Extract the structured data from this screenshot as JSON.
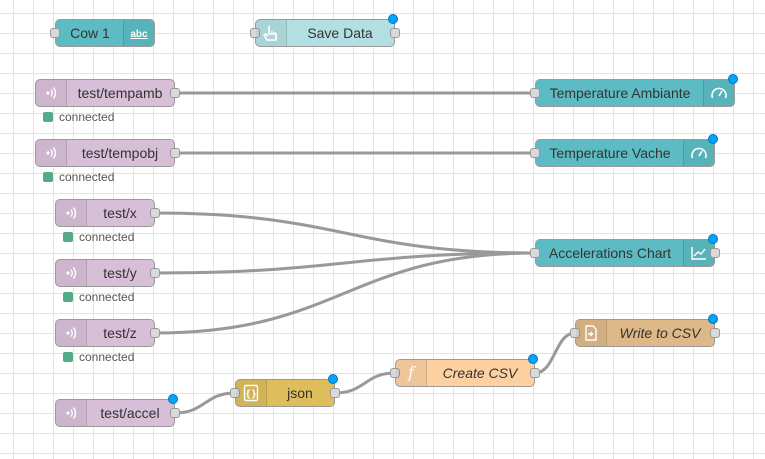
{
  "colors": {
    "mqtt": "#d8bfd8",
    "dashboard": "#5dbcc3",
    "dashboard_light": "#b3dfe3",
    "json": "#debd5c",
    "function": "#fdd0a2",
    "file": "#deb887",
    "status_connected": "#5a8",
    "dirty_dot": "#00a4ff",
    "wire": "#999999"
  },
  "nodes": {
    "cow1": {
      "label": "Cow 1",
      "icon": "abc-text-icon"
    },
    "save_data": {
      "label": "Save Data",
      "icon": "hand-pointer-icon"
    },
    "tempamb_in": {
      "label": "test/tempamb",
      "icon": "radio-waves-icon",
      "status": "connected"
    },
    "tempobj_in": {
      "label": "test/tempobj",
      "icon": "radio-waves-icon",
      "status": "connected"
    },
    "x_in": {
      "label": "test/x",
      "icon": "radio-waves-icon",
      "status": "connected"
    },
    "y_in": {
      "label": "test/y",
      "icon": "radio-waves-icon",
      "status": "connected"
    },
    "z_in": {
      "label": "test/z",
      "icon": "radio-waves-icon",
      "status": "connected"
    },
    "accel_in": {
      "label": "test/accel",
      "icon": "radio-waves-icon"
    },
    "temp_ambiante": {
      "label": "Temperature Ambiante",
      "icon": "gauge-icon"
    },
    "temp_vache": {
      "label": "Temperature Vache",
      "icon": "gauge-icon"
    },
    "accel_chart": {
      "label": "Accelerations Chart",
      "icon": "line-chart-icon"
    },
    "json": {
      "label": "json",
      "icon": "json-braces-icon"
    },
    "create_csv": {
      "label": "Create CSV",
      "icon": "function-icon"
    },
    "write_csv": {
      "label": "Write to CSV",
      "icon": "file-write-icon"
    }
  }
}
